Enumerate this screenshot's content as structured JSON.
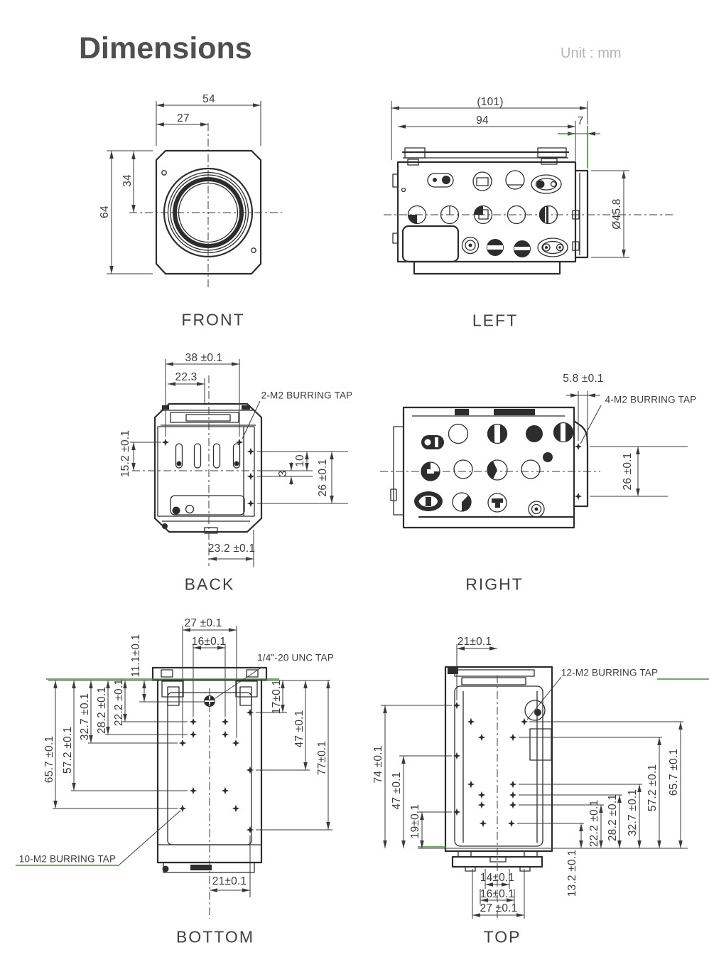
{
  "page": {
    "title": "Dimensions",
    "unit": "Unit : mm"
  },
  "views": {
    "front": {
      "caption": "FRONT",
      "dims": {
        "overall_width": "54",
        "lens_offset_x": "27",
        "lens_offset_y": "34",
        "overall_height": "64"
      }
    },
    "left": {
      "caption": "LEFT",
      "dims": {
        "overall_depth": "(101)",
        "body_depth": "94",
        "lens_protrusion": "7",
        "lens_barrel_diameter": "Ø45.8"
      }
    },
    "back": {
      "caption": "BACK",
      "callouts": {
        "burring_tap": "2-M2 BURRING TAP"
      },
      "dims": {
        "tap_span_width": "38 ±0.1",
        "vent_offset": "22.3",
        "tap_offset_top": "15.2 ±0.1",
        "side_tap_pitch_upper": "10",
        "side_tap_pitch_lower": "3",
        "side_tap_span": "26 ±0.1",
        "center_offset": "23.2 ±0.1"
      }
    },
    "right": {
      "caption": "RIGHT",
      "callouts": {
        "burring_tap": "4-M2 BURRING TAP"
      },
      "dims": {
        "tap_offset_rear": "5.8 ±0.1",
        "tap_span": "26 ±0.1"
      }
    },
    "bottom": {
      "caption": "BOTTOM",
      "callouts": {
        "unc_tap": "1/4\"-20 UNC TAP",
        "burring_tap": "10-M2 BURRING TAP"
      },
      "dims": {
        "tap_span_outer": "27 ±0.1",
        "tap_span_inner": "16±0.1",
        "unc_offset": "11.1±0.1",
        "right_row1": "17±0.1",
        "right_row2": "47 ±0.1",
        "right_row3": "77±0.1",
        "left_row1": "22.2 ±0.1",
        "left_row2": "28.2 ±0.1",
        "left_row3": "32.7 ±0.1",
        "left_row4": "57.2 ±0.1",
        "left_row5": "65.7 ±0.1",
        "bottom_span": "21±0.1"
      }
    },
    "top": {
      "caption": "TOP",
      "callouts": {
        "burring_tap": "12-M2 BURRING TAP"
      },
      "dims": {
        "top_span": "21±0.1",
        "left_row1": "74 ±0.1",
        "left_row2": "47 ±0.1",
        "left_row3": "19±0.1",
        "right_row1": "22.2 ±0.1",
        "right_row2": "28.2 ±0.1",
        "right_row3": "32.7 ±0.1",
        "right_row4": "57.2 ±0.1",
        "right_row5": "65.7 ±0.1",
        "front_offset": "13.2 ±0.1",
        "bottom_span1": "14±0.1",
        "bottom_span2": "16±0.1",
        "bottom_span3": "27 ±0.1"
      }
    }
  },
  "colors": {
    "line": "#2d2d2d",
    "dim_text": "#3b3b3b",
    "accent_green": "#3e9430",
    "title": "#4f4f4f",
    "unit_text": "#b4b4b4"
  }
}
